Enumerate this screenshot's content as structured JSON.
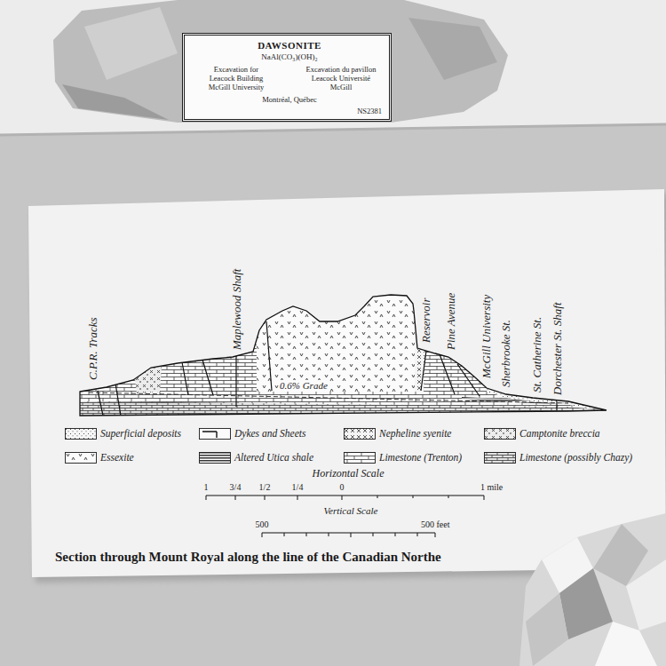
{
  "diagram": {
    "caption": "Section through Mount Royal along the line of the Canadian Northe",
    "nodes": [
      {
        "text": [
          "DAWSONITE",
          "NaAl(CO₃)(OH)₂",
          "Excavation for Leacock Building McGill University",
          "Excavation du pavillon Leacock Université McGill",
          "Montréal, Québec",
          "NS2381"
        ]
      }
    ],
    "labels": [
      "C.P.R. Tracks",
      "Maplewood Shaft",
      "0.6% Grade",
      "Reservoir",
      "Pine Avenue",
      "McGill University",
      "Sherbrooke St.",
      "St. Catherine St.",
      "Dorchester St. Shaft",
      "Horizontal Scale",
      "1",
      "3/4",
      "1/2",
      "1/4",
      "0",
      "1 mile",
      "Vertical Scale",
      "500",
      "500 feet"
    ],
    "legend": [
      {
        "text": "Superficial deposits"
      },
      {
        "text": "Dykes and Sheets"
      },
      {
        "text": "Nepheline syenite"
      },
      {
        "text": "Camptonite breccia"
      },
      {
        "text": "Essexite"
      },
      {
        "text": "Altered Utica shale"
      },
      {
        "text": "Limestone (Trenton)"
      },
      {
        "text": "Limestone (possibly Chazy)"
      }
    ]
  }
}
